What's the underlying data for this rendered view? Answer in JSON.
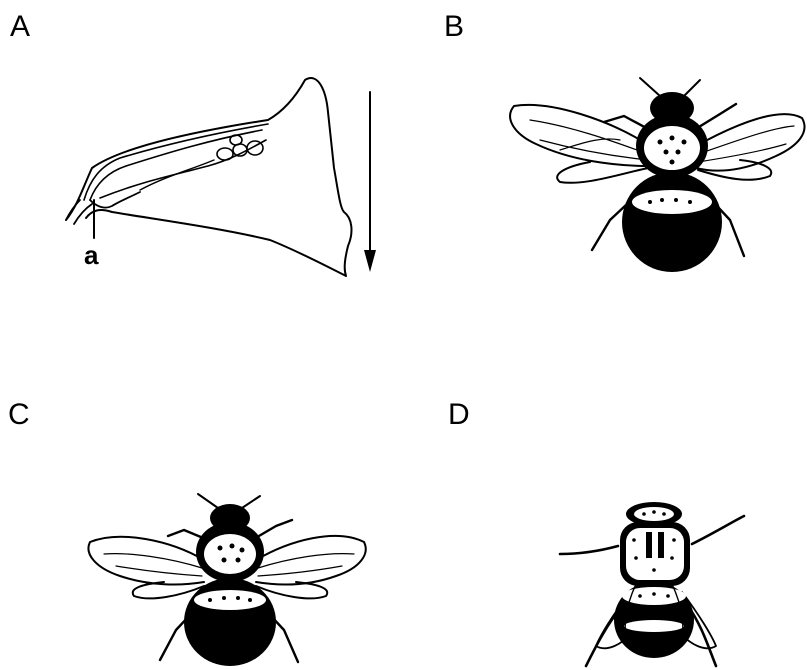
{
  "panels": {
    "a": {
      "label": "A",
      "callout": "a"
    },
    "b": {
      "label": "B"
    },
    "c": {
      "label": "C"
    },
    "d": {
      "label": "D"
    }
  },
  "colors": {
    "ink": "#000000",
    "paper": "#ffffff"
  },
  "icons": {
    "a": "flower-cross-section-icon",
    "b": "bumblebee-icon",
    "c": "bumblebee-icon",
    "d": "fly-icon"
  }
}
